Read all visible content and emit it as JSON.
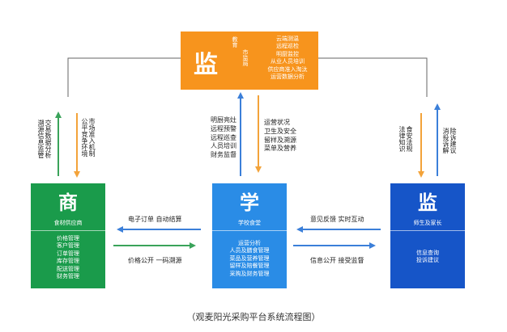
{
  "top": {
    "big": "监",
    "side": [
      "教育",
      "市监局"
    ],
    "lines": [
      "云端测温",
      "远程巡检",
      "明厨监控",
      "从业人员培训",
      "供应商准入淘汰",
      "运营数据分析"
    ]
  },
  "left": {
    "big": "商",
    "title": "食材供应商",
    "lines": [
      "价格管理",
      "客户管理",
      "订单管理",
      "库存管理",
      "配送管理",
      "财务管理"
    ]
  },
  "center": {
    "big": "学",
    "title": "学校食堂",
    "lines": [
      "运营分析",
      "人员及膳食管理",
      "菜品及营养管理",
      "留样及陪餐管理",
      "采购及财务管理"
    ]
  },
  "right": {
    "big": "监",
    "title": "师生及家长",
    "lines": [
      "信息查询",
      "投诉建议"
    ]
  },
  "left_vertical": {
    "up": [
      "溯源信息监管",
      "交易数据分析"
    ],
    "down": [
      "公平竞争环境",
      "市场准入机制"
    ]
  },
  "center_vertical": {
    "up": [
      "明厨亮灶",
      "远程预警",
      "远程巡查",
      "人员培训",
      "财务监督"
    ],
    "down": [
      "运营状况",
      "卫生及安全",
      "留样及溯源",
      "菜单及营养"
    ]
  },
  "right_vertical": {
    "down": [
      "法律知识",
      "食安法规"
    ],
    "up": [
      "消投诉解",
      "除诉建议"
    ]
  },
  "horizontal": {
    "left_top": "电子订单 自动结算",
    "left_bottom": "价格公开 一码溯源",
    "right_top": "意见反馈 实时互动",
    "right_bottom": "信息公开 接受监督"
  },
  "caption": "（观麦阳光采购平台系统流程图）",
  "colors": {
    "orange": "#f7941d",
    "green": "#1a9b4b",
    "blue": "#2a8ce6",
    "darkblue": "#1655c8",
    "arrow_green": "#3aa35a",
    "arrow_orange": "#f3a33a",
    "arrow_blue": "#3b7fd9",
    "line_gray": "#666666"
  }
}
